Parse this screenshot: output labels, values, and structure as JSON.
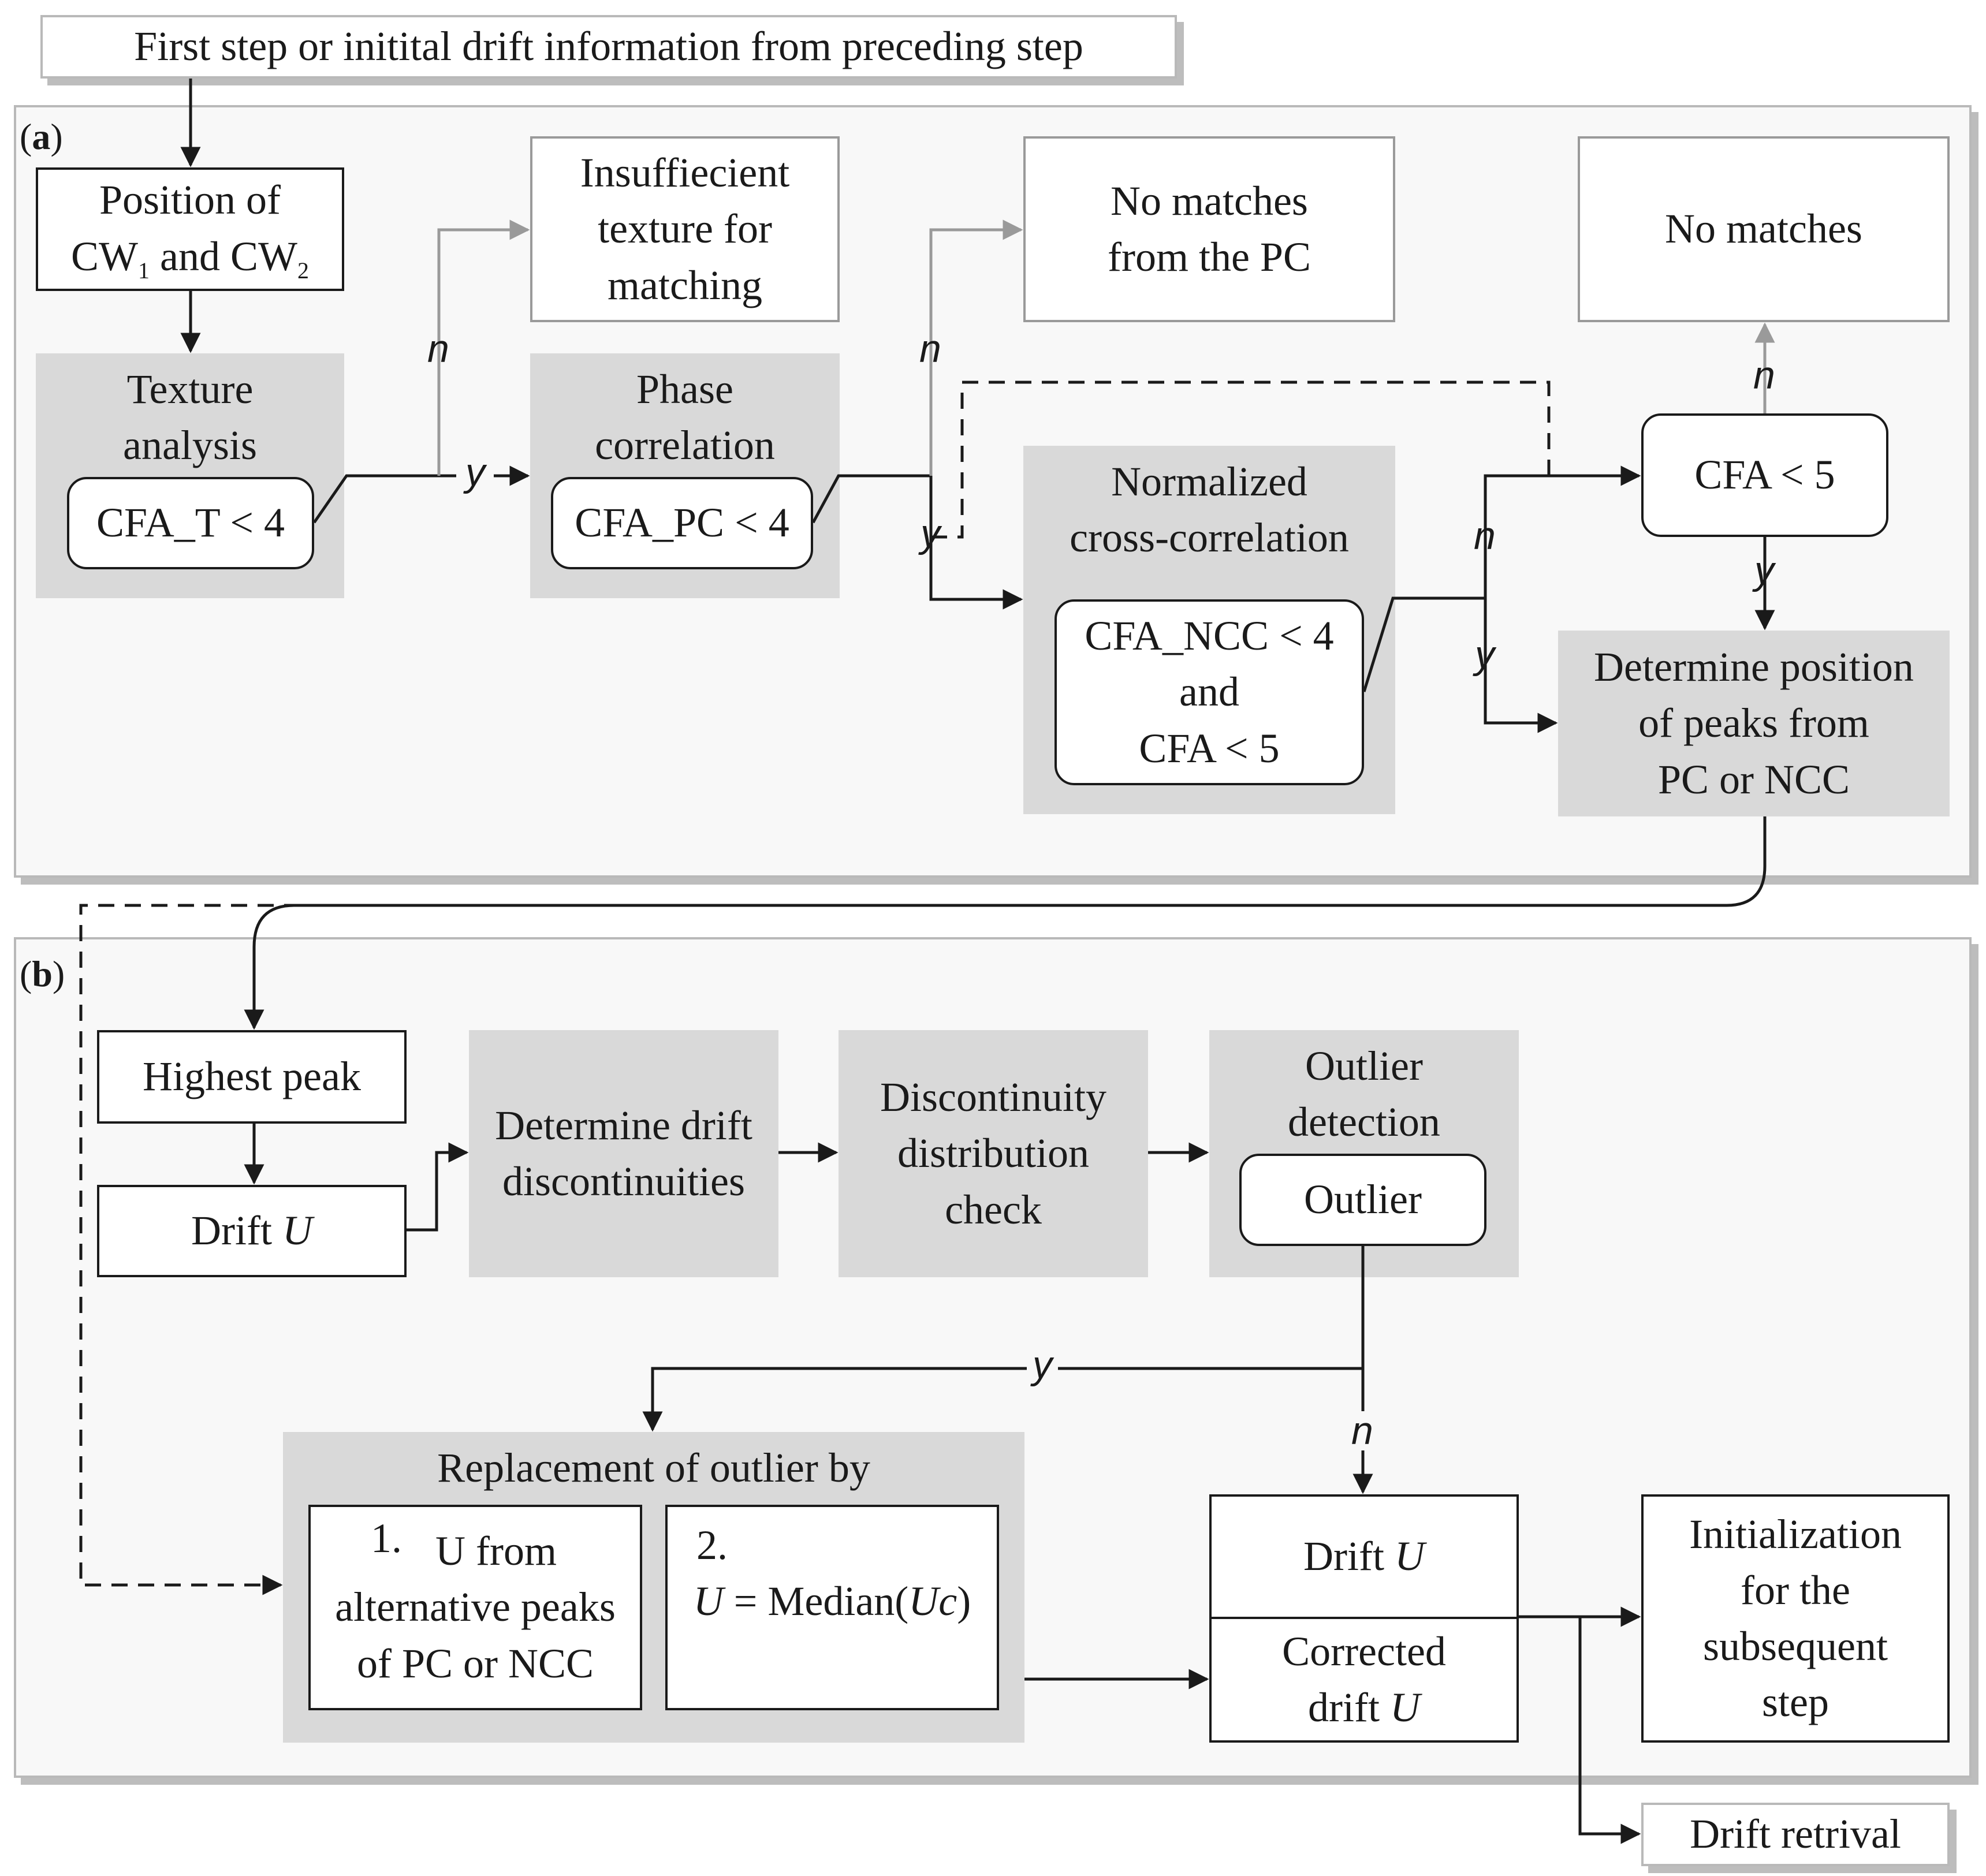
{
  "header": {
    "start": "First step or initital drift information from preceding step"
  },
  "panel_a": {
    "label": "a",
    "position": {
      "line1": "Position of",
      "cw": "CW",
      "sub1": "1",
      "and": " and ",
      "sub2": "2"
    },
    "texture": {
      "title1": "Texture",
      "title2": "analysis",
      "cond": "CFA_T < 4"
    },
    "insufficient": {
      "l1": "Insuffiecient",
      "l2": "texture for",
      "l3": "matching"
    },
    "phase": {
      "title1": "Phase",
      "title2": "correlation",
      "cond": "CFA_PC < 4"
    },
    "no_matches_pc": {
      "l1": "No matches",
      "l2": "from the PC"
    },
    "ncc": {
      "title1": "Normalized",
      "title2": "cross-correlation",
      "c1": "CFA_NCC < 4",
      "c2": "and",
      "c3": "CFA < 5"
    },
    "no_matches": {
      "text": "No matches"
    },
    "cfa5": {
      "text": "CFA < 5"
    },
    "peaks": {
      "l1": "Determine position",
      "l2": "of peaks from",
      "l3": "PC or NCC"
    }
  },
  "panel_b": {
    "label": "b",
    "highest_peak": "Highest peak",
    "drift1": {
      "text": "Drift ",
      "var": "U"
    },
    "determine": {
      "l1": "Determine drift",
      "l2": "discontinuities"
    },
    "disc_check": {
      "l1": "Discontinuity",
      "l2": "distribution",
      "l3": "check"
    },
    "outlier_detection": {
      "l1": "Outlier",
      "l2": "detection",
      "inner": "Outlier"
    },
    "replacement": {
      "title": "Replacement of outlier by",
      "opt1": {
        "num": "1.",
        "l1": "U from",
        "l2": "alternative peaks",
        "l3": "of PC or NCC"
      },
      "opt2": {
        "num": "2.",
        "u": "U",
        "eq": " = Median(",
        "uc": "Uc",
        "close": ")"
      }
    },
    "drift2": {
      "text": "Drift ",
      "var": "U"
    },
    "corrected": {
      "l1": "Corrected",
      "l2": "drift ",
      "var": "U"
    },
    "init": {
      "l1": "Initialization",
      "l2": "for the",
      "l3": "subsequent",
      "l4": "step"
    },
    "retrieval": "Drift retrival"
  },
  "edge_labels": {
    "yes": "y",
    "no": "n"
  }
}
